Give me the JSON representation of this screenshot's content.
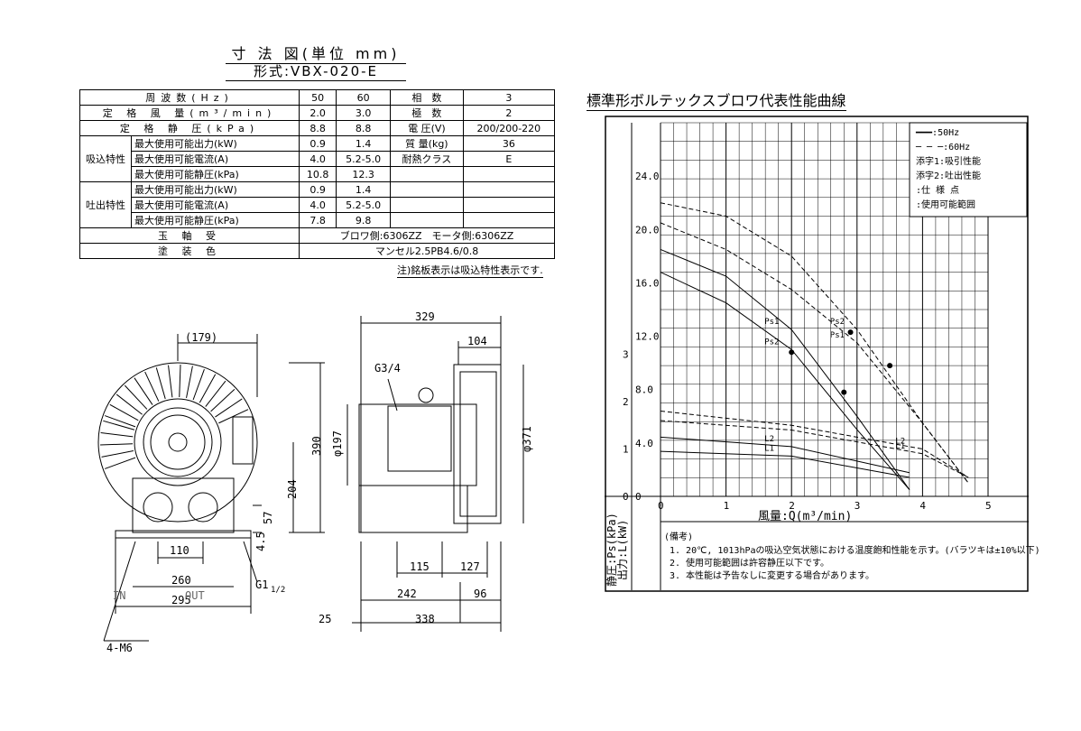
{
  "drawing": {
    "title": "寸 法 図(単位 mm)",
    "model": "形式:VBX-020-E",
    "dims": {
      "d179": "(179)",
      "d329": "329",
      "d104": "104",
      "g34": "G3/4",
      "phi197": "φ197",
      "d390": "390",
      "d204": "204",
      "phi371": "φ371",
      "d57": "57",
      "d45": "4.5",
      "d110": "110",
      "d260": "260",
      "d295": "295",
      "g1": "G1",
      "g1frac": "1/2",
      "d115": "115",
      "d127": "127",
      "d242": "242",
      "d96": "96",
      "d25": "25",
      "d338": "338",
      "m6": "4-M6",
      "in": "IN",
      "out": "OUT"
    }
  },
  "spec": {
    "rows": [
      [
        "周波数(Hz)",
        "50",
        "60",
        "相　数",
        "3"
      ],
      [
        "定 格 風 量(m³/min)",
        "2.0",
        "3.0",
        "極　数",
        "2"
      ],
      [
        "定 格 静 圧(kPa)",
        "8.8",
        "8.8",
        "電 圧(V)",
        "200/200-220"
      ],
      [
        "最大使用可能出力(kW)",
        "0.9",
        "1.4",
        "質 量(kg)",
        "36"
      ],
      [
        "最大使用可能電流(A)",
        "4.0",
        "5.2-5.0",
        "耐熱クラス",
        "E"
      ],
      [
        "最大使用可能静圧(kPa)",
        "10.8",
        "12.3",
        "",
        ""
      ],
      [
        "最大使用可能出力(kW)",
        "0.9",
        "1.4",
        "",
        ""
      ],
      [
        "最大使用可能電流(A)",
        "4.0",
        "5.2-5.0",
        "",
        ""
      ],
      [
        "最大使用可能静圧(kPa)",
        "7.8",
        "9.8",
        "",
        ""
      ]
    ],
    "suction_label": "吸込特性",
    "discharge_label": "吐出特性",
    "bearing_label": "玉 軸 受",
    "bearing_value": "ブロワ側:6306ZZ　モータ側:6306ZZ",
    "paint_label": "塗 装 色",
    "paint_value": "マンセル2.5PB4.6/0.8",
    "note": "注)銘板表示は吸込特性表示です."
  },
  "chart_data": {
    "type": "line",
    "title": "標準形ボルテックスブロワ代表性能曲線",
    "xlabel": "風量:Q(m³/min)",
    "ylabel_ps": "静圧:Ps(kPa)",
    "ylabel_l": "出力:L(kW)",
    "xlim": [
      0,
      5
    ],
    "ylim_ps": [
      0,
      28
    ],
    "ylim_l": [
      0,
      4
    ],
    "x_ticks": [
      "0",
      "1",
      "2",
      "3",
      "4",
      "5"
    ],
    "ps_ticks": [
      "0",
      "4.0",
      "8.0",
      "12.0",
      "16.0",
      "20.0",
      "24.0"
    ],
    "l_ticks": [
      "0",
      "1",
      "2",
      "3"
    ],
    "grid": true,
    "legend_position": "top-right",
    "legend": [
      "━━━:50Hz",
      "─ ─ ─:60Hz",
      "添字1:吸引性能",
      "添字2:吐出性能",
      ":仕 様 点",
      ":使用可能範囲"
    ],
    "series": [
      {
        "name": "Ps1",
        "freq": "50Hz",
        "x": [
          0,
          1,
          2,
          3,
          3.8
        ],
        "y": [
          18.5,
          16.5,
          12.5,
          6.0,
          0.5
        ]
      },
      {
        "name": "Ps2",
        "freq": "50Hz",
        "x": [
          0,
          1,
          2,
          3,
          3.8
        ],
        "y": [
          16.8,
          14.5,
          11.0,
          5.0,
          0.5
        ]
      },
      {
        "name": "Ps1",
        "freq": "60Hz",
        "x": [
          0,
          1,
          2,
          3,
          4,
          4.7
        ],
        "y": [
          20.5,
          18.5,
          15.5,
          11.5,
          5.5,
          1.0
        ]
      },
      {
        "name": "Ps2",
        "freq": "60Hz",
        "x": [
          0,
          1,
          2,
          3,
          4,
          4.7
        ],
        "y": [
          22.0,
          21.0,
          18.0,
          12.5,
          5.5,
          1.0
        ]
      },
      {
        "name": "L2",
        "freq": "50Hz",
        "x": [
          0,
          2,
          3.8
        ],
        "y": [
          1.25,
          1.05,
          0.5
        ]
      },
      {
        "name": "L1",
        "freq": "50Hz",
        "x": [
          0,
          2,
          3.8
        ],
        "y": [
          0.95,
          0.85,
          0.4
        ]
      },
      {
        "name": "L2",
        "freq": "60Hz",
        "x": [
          0,
          2,
          4,
          4.7
        ],
        "y": [
          1.8,
          1.5,
          1.0,
          0.4
        ]
      },
      {
        "name": "L1",
        "freq": "60Hz",
        "x": [
          0,
          2,
          4,
          4.7
        ],
        "y": [
          1.6,
          1.4,
          0.9,
          0.4
        ]
      }
    ],
    "spec_points": [
      {
        "freq": "50Hz",
        "x": 2.0,
        "y": 10.8
      },
      {
        "freq": "50Hz",
        "x": 2.8,
        "y": 7.8
      },
      {
        "freq": "60Hz",
        "x": 2.9,
        "y": 12.3
      },
      {
        "freq": "60Hz",
        "x": 3.5,
        "y": 9.8
      }
    ],
    "notes_header": "(備考)",
    "notes": [
      "1. 20℃, 1013hPaの吸込空気状態における温度飽和性能を示す。(バラツキは±10%以下)",
      "2. 使用可能範囲は許容静圧以下です。",
      "3. 本性能は予告なしに変更する場合があります。"
    ]
  }
}
